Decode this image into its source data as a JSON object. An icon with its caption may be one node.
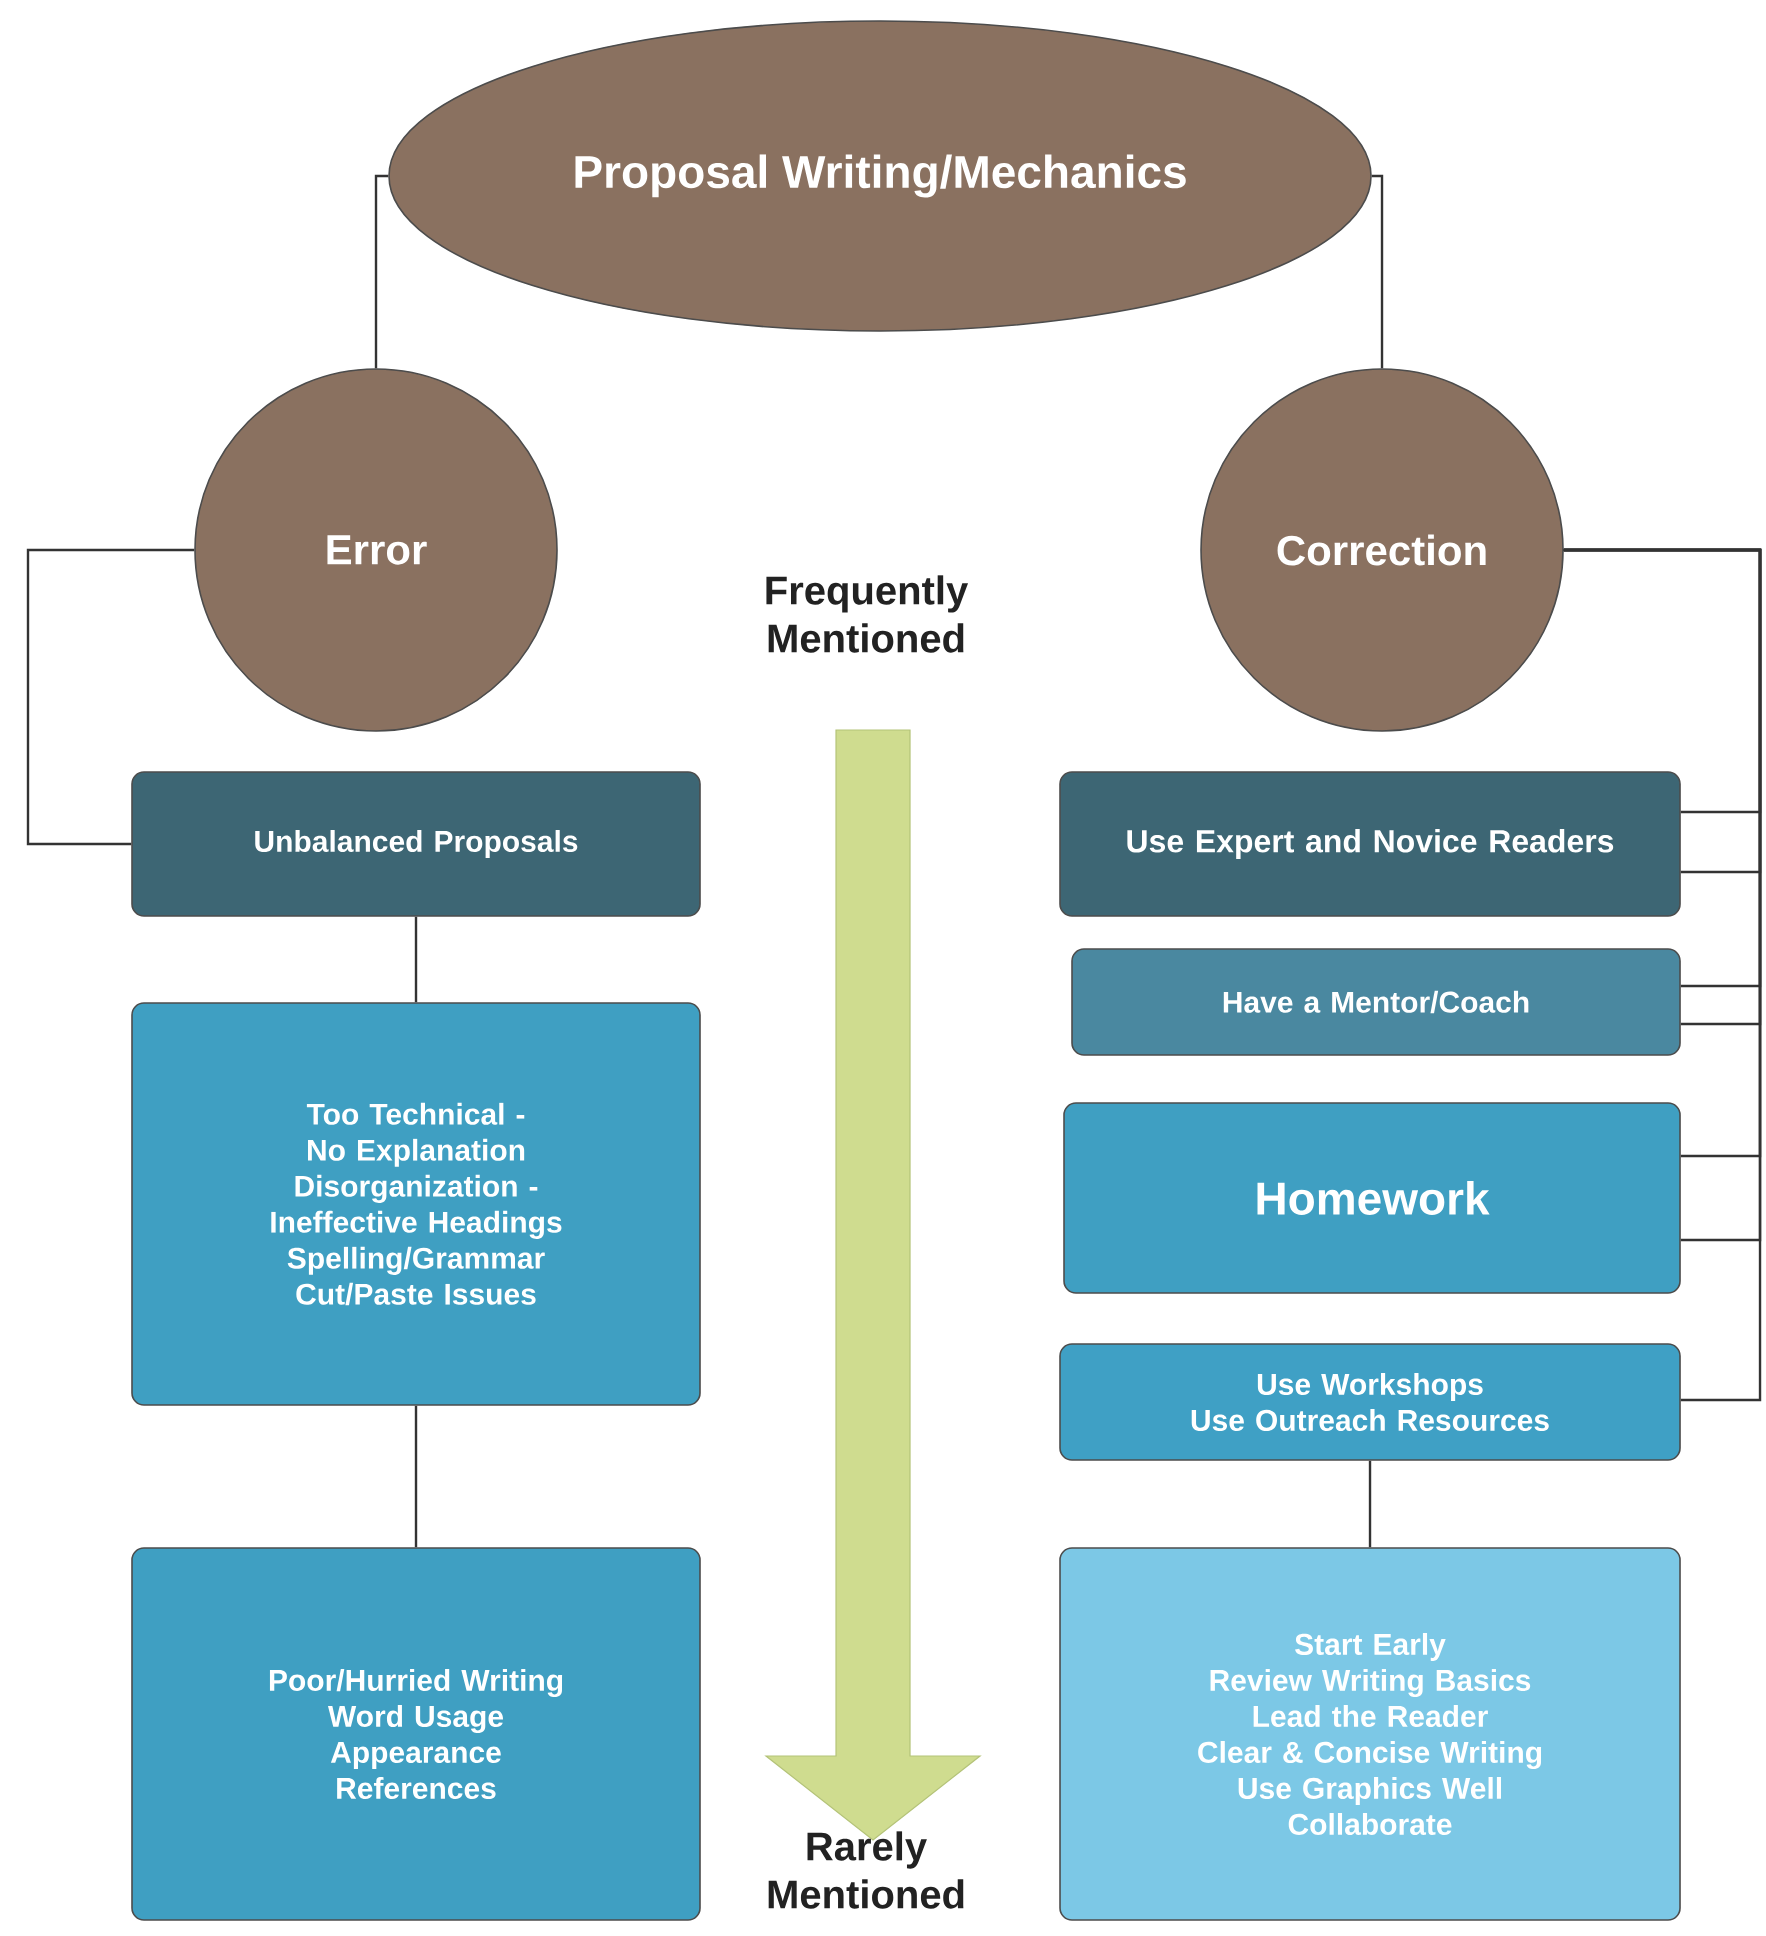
{
  "diagram": {
    "nodes": [
      {
        "text": [
          "Proposal Writing/Mechanics"
        ]
      },
      {
        "text": [
          "Error"
        ]
      },
      {
        "text": [
          "Correction"
        ]
      },
      {
        "text": [
          "Unbalanced Proposals"
        ]
      },
      {
        "text": [
          "Too Technical - No Explanation",
          "Disorganization - Ineffective Headings",
          "Spelling/Grammar",
          "Cut/Paste Issues"
        ]
      },
      {
        "text": [
          "Poor/Hurried Writing",
          "Word Usage",
          "Appearance",
          "References"
        ]
      },
      {
        "text": [
          "Use Expert and Novice Readers"
        ]
      },
      {
        "text": [
          "Have a Mentor/Coach"
        ]
      },
      {
        "text": [
          "Homework"
        ]
      },
      {
        "text": [
          "Use Workshops",
          "Use Outreach Resources"
        ]
      },
      {
        "text": [
          "Start Early",
          "Review Writing Basics",
          "Lead the Reader",
          "Clear & Concise Writing",
          "Use Graphics Well",
          "Collaborate"
        ]
      }
    ],
    "edges": [
      {
        "from": 0,
        "to": 1,
        "arrow": "none"
      },
      {
        "from": 0,
        "to": 2,
        "arrow": "none"
      },
      {
        "from": 1,
        "to": 3,
        "arrow": "none"
      },
      {
        "from": 3,
        "to": 4,
        "arrow": "none"
      },
      {
        "from": 4,
        "to": 5,
        "arrow": "none"
      },
      {
        "from": 2,
        "to": 6,
        "arrow": "none"
      },
      {
        "from": 2,
        "to": 6,
        "arrow": "none"
      },
      {
        "from": 2,
        "to": 7,
        "arrow": "none"
      },
      {
        "from": 2,
        "to": 7,
        "arrow": "none"
      },
      {
        "from": 2,
        "to": 8,
        "arrow": "none"
      },
      {
        "from": 2,
        "to": 8,
        "arrow": "none"
      },
      {
        "from": 2,
        "to": 9,
        "arrow": "none"
      },
      {
        "from": 9,
        "to": 10,
        "arrow": "none"
      }
    ],
    "labels": [
      "Frequently Mentioned",
      "Rarely Mentioned"
    ]
  }
}
